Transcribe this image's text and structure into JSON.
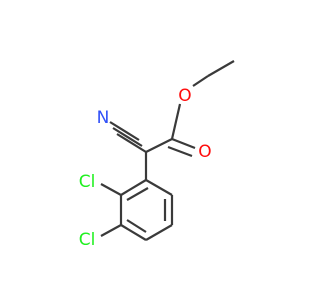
{
  "molecule": {
    "atoms": {
      "oxygen_ester": {
        "label": "O",
        "color": "#ff0d0d"
      },
      "oxygen_carbonyl": {
        "label": "O",
        "color": "#ff0d0d"
      },
      "nitrogen": {
        "label": "N",
        "color": "#3050f8"
      },
      "chlorine_a": {
        "label": "Cl",
        "color": "#1ff01f"
      },
      "chlorine_b": {
        "label": "Cl",
        "color": "#1ff01f"
      }
    },
    "bond_color": "#3a3a3a",
    "background": "#ffffff"
  }
}
